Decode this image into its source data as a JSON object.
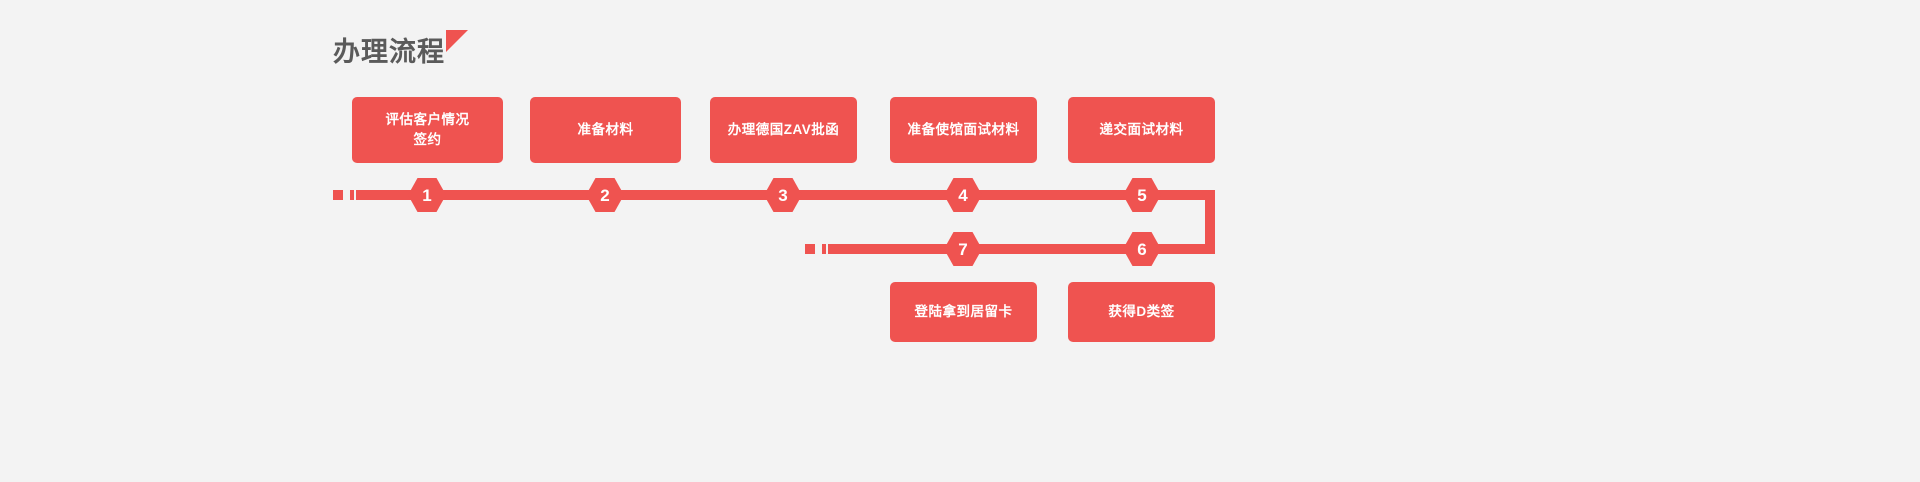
{
  "page": {
    "background_color": "#f3f3f3",
    "accent_color": "#ef5350",
    "title_color": "#5a5a5a"
  },
  "header": {
    "title": "办理流程",
    "accent_icon": "triangle-accent"
  },
  "flow": {
    "top_row_boxes": [
      {
        "id": "box-1",
        "line1": "评估客户情况",
        "line2": "签约"
      },
      {
        "id": "box-2",
        "line1": "准备材料",
        "line2": ""
      },
      {
        "id": "box-3",
        "line1": "办理德国ZAV批函",
        "line2": ""
      },
      {
        "id": "box-4",
        "line1": "准备使馆面试材料",
        "line2": ""
      },
      {
        "id": "box-5",
        "line1": "递交面试材料",
        "line2": ""
      }
    ],
    "bottom_row_boxes": [
      {
        "id": "box-7",
        "line1": "登陆拿到居留卡",
        "line2": ""
      },
      {
        "id": "box-6",
        "line1": "获得D类签",
        "line2": ""
      }
    ],
    "top_markers": [
      "1",
      "2",
      "3",
      "4",
      "5"
    ],
    "bottom_markers": [
      "7",
      "6"
    ],
    "lead_icon": "dash-lead-in"
  }
}
